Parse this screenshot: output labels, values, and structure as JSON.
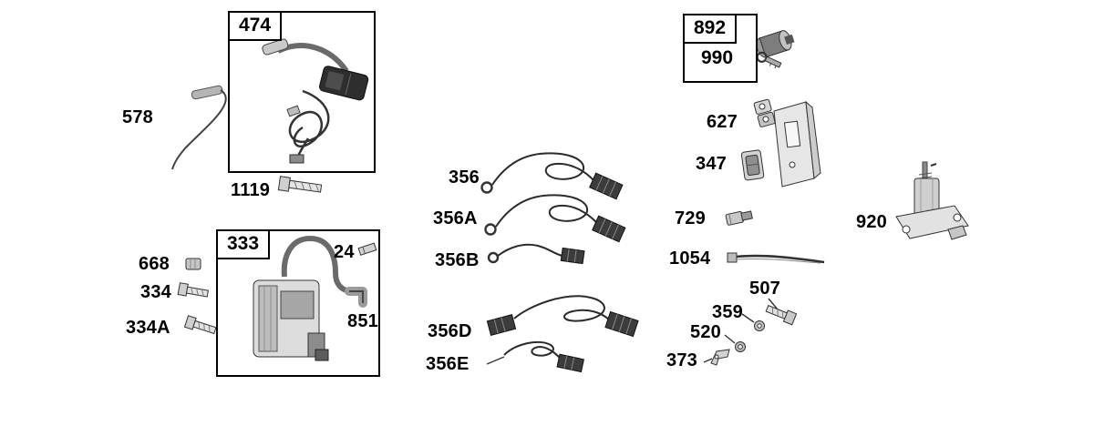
{
  "boxes": {
    "b474": {
      "label": "474"
    },
    "b333": {
      "label": "333"
    },
    "b892": {
      "label": "892",
      "sub": "990"
    }
  },
  "labels": {
    "l578": "578",
    "l1119": "1119",
    "l668": "668",
    "l334": "334",
    "l334A": "334A",
    "l24": "24",
    "l851": "851",
    "l356": "356",
    "l356A": "356A",
    "l356B": "356B",
    "l356D": "356D",
    "l356E": "356E",
    "l627": "627",
    "l347": "347",
    "l729": "729",
    "l1054": "1054",
    "l920": "920",
    "l507": "507",
    "l359": "359",
    "l520": "520",
    "l373": "373"
  },
  "colors": {
    "line": "#333333",
    "dark_part": "#3c3c3c",
    "light_part": "#d8d8d8"
  }
}
